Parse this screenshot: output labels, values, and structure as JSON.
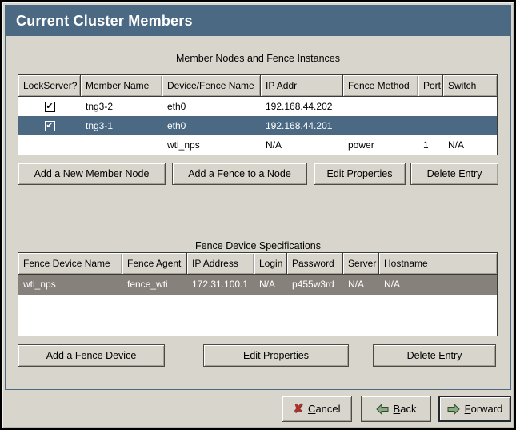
{
  "window": {
    "title": "Current Cluster Members"
  },
  "member_section": {
    "title": "Member Nodes and Fence Instances",
    "columns": [
      "LockServer?",
      "Member Name",
      "Device/Fence Name",
      "IP Addr",
      "Fence Method",
      "Port",
      "Switch"
    ],
    "rows": [
      {
        "lockserver_checked": true,
        "member_name": "tng3-2",
        "device_fence_name": "eth0",
        "ip_addr": "192.168.44.202",
        "fence_method": "",
        "port": "",
        "switch": "",
        "selected": false
      },
      {
        "lockserver_checked": true,
        "member_name": "tng3-1",
        "device_fence_name": "eth0",
        "ip_addr": "192.168.44.201",
        "fence_method": "",
        "port": "",
        "switch": "",
        "selected": true
      },
      {
        "lockserver_checked": false,
        "member_name": "",
        "device_fence_name": "wti_nps",
        "ip_addr": "N/A",
        "fence_method": "power",
        "port": "1",
        "switch": "N/A",
        "selected": false
      }
    ],
    "buttons": [
      "Add a New Member Node",
      "Add a Fence to a Node",
      "Edit Properties",
      "Delete Entry"
    ]
  },
  "fence_section": {
    "title": "Fence Device Specifications",
    "columns": [
      "Fence Device Name",
      "Fence Agent",
      "IP Address",
      "Login",
      "Password",
      "Server",
      "Hostname"
    ],
    "rows": [
      {
        "fence_device_name": "wti_nps",
        "fence_agent": "fence_wti",
        "ip_address": "172.31.100.1",
        "login": "N/A",
        "password": "p455w3rd",
        "server": "N/A",
        "hostname": "N/A",
        "selected": true
      }
    ],
    "buttons": [
      "Add a Fence Device",
      "Edit Properties",
      "Delete Entry"
    ]
  },
  "nav": {
    "cancel": {
      "mn": "C",
      "rest": "ancel"
    },
    "back": {
      "mn": "B",
      "rest": "ack"
    },
    "forward": {
      "mn": "F",
      "rest": "orward"
    }
  },
  "icons": {
    "cancel": "red-x-icon",
    "back": "green-arrow-left-icon",
    "forward": "green-arrow-right-icon",
    "checkbox": "checkbox-checked"
  },
  "colors": {
    "titlebar": "#4b6983",
    "selection_blue": "#4b6983",
    "selection_gray": "#86817a",
    "panel": "#d8d5cc",
    "arrow_green": "#85ab7f",
    "cancel_red": "#a8342f"
  }
}
